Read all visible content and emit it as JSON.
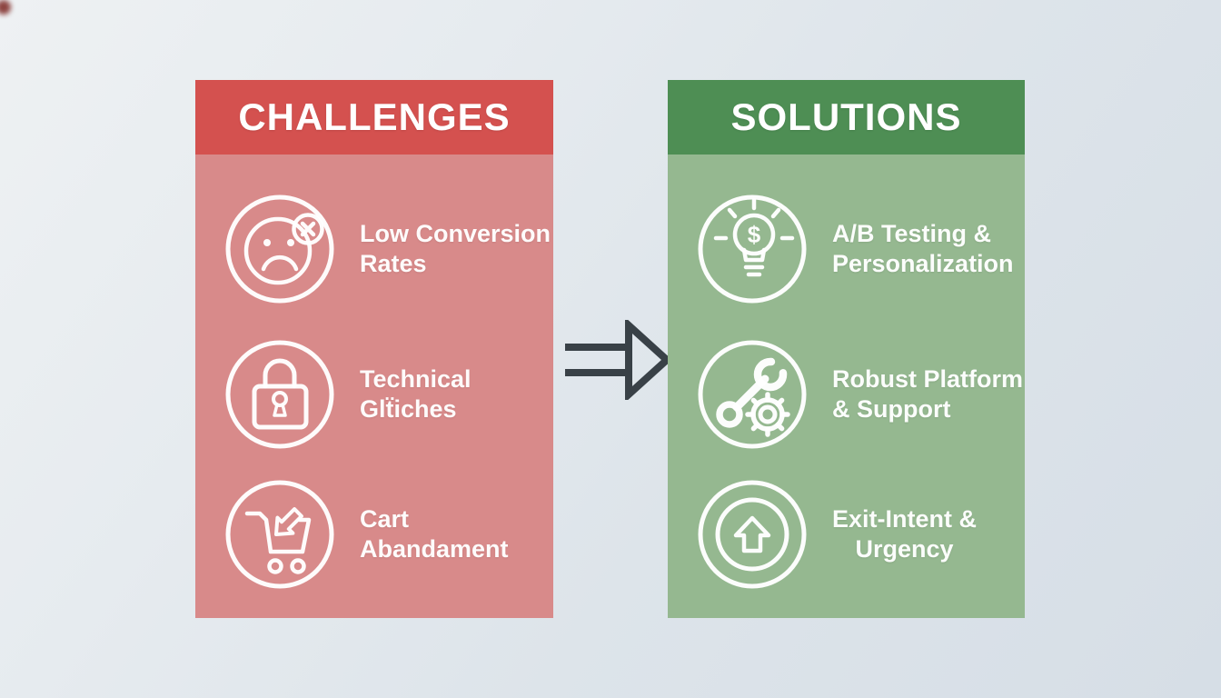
{
  "left_panel": {
    "title": "CHALLENGES",
    "items": [
      {
        "icon": "sad-face-x-icon",
        "line1": "Low Conversion",
        "line2": "Rates"
      },
      {
        "icon": "padlock-icon",
        "line1": "Technical",
        "line2": "Glẗiches"
      },
      {
        "icon": "cart-abandon-icon",
        "line1": "Cart",
        "line2": "Abandament"
      }
    ]
  },
  "right_panel": {
    "title": "SOLUTIONS",
    "items": [
      {
        "icon": "dollar-bulb-icon",
        "line1": "A/B Testing &",
        "line2": "Personalization"
      },
      {
        "icon": "wrench-gear-icon",
        "line1": "Robust Platform",
        "line2": "& Support"
      },
      {
        "icon": "up-arrow-circle-icon",
        "line1": "Exit-Intent &",
        "line2": "Urgency"
      }
    ]
  },
  "arrow": {
    "icon": "right-arrow-icon"
  },
  "bulb_currency_symbol": "$",
  "colors": {
    "red_header": "#d4514f",
    "red_body": "#d88a8a",
    "green_header": "#4e8e54",
    "green_body": "#95b890",
    "arrow": "#394147",
    "text": "#ffffff"
  }
}
